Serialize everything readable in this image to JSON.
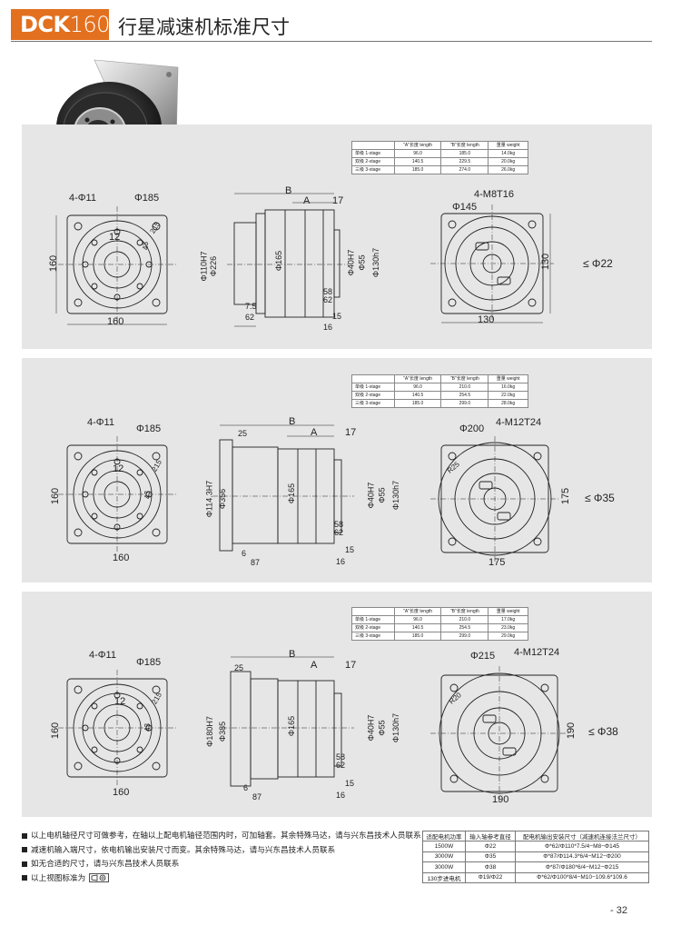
{
  "header": {
    "badge_prefix": "DCK",
    "badge_number": "160",
    "title": "行星减速机标准尺寸"
  },
  "panels": [
    {
      "spec_table": {
        "headers": [
          "",
          "\"A\"长度 length",
          "\"B\"长度 length",
          "重量 weight"
        ],
        "rows": [
          [
            "单级 1-stage",
            "96.0",
            "185.0",
            "14.0kg"
          ],
          [
            "双级 2-stage",
            "140.5",
            "229.5",
            "20.0kg"
          ],
          [
            "三级 3-stage",
            "185.0",
            "274.0",
            "26.0kg"
          ]
        ]
      },
      "left": {
        "holes": "4-Φ11",
        "pcd": "Φ185",
        "side": "160",
        "bottom": "160",
        "slot": "12",
        "r1": "43",
        "r2": "215"
      },
      "side": {
        "b": "B",
        "a": "A",
        "d17": "17",
        "d1": "Φ110H7",
        "d2": "Φ226",
        "d3": "Φ165",
        "d4": "Φ40H7",
        "d5": "Φ55",
        "d6": "Φ130h7",
        "d7": "7.5",
        "d8": "62",
        "d9": "58",
        "d10": "62",
        "d11": "15",
        "d12": "16"
      },
      "right": {
        "thread": "4-M8T16",
        "pcd": "Φ145",
        "side": "130",
        "bottom": "130"
      },
      "shaft": "≤ Φ22"
    },
    {
      "spec_table": {
        "headers": [
          "",
          "\"A\"长度 length",
          "\"B\"长度 length",
          "重量 weight"
        ],
        "rows": [
          [
            "单级 1-stage",
            "96.0",
            "210.0",
            "16.0kg"
          ],
          [
            "双级 2-stage",
            "140.5",
            "254.5",
            "22.0kg"
          ],
          [
            "三级 3-stage",
            "185.0",
            "299.0",
            "28.0kg"
          ]
        ]
      },
      "left": {
        "holes": "4-Φ11",
        "pcd": "Φ185",
        "side": "160",
        "bottom": "160",
        "slot": "12",
        "r1": "43",
        "r2": "215"
      },
      "side": {
        "b": "B",
        "a": "A",
        "d17": "17",
        "top25": "25",
        "d1": "Φ114.3H7",
        "d2": "Φ356",
        "d3": "Φ165",
        "d4": "Φ40H7",
        "d5": "Φ55",
        "d6": "Φ130h7",
        "d7": "6",
        "d8": "87",
        "d9": "58",
        "d10": "62",
        "d11": "15",
        "d12": "16"
      },
      "right": {
        "thread": "4-M12T24",
        "pcd": "Φ200",
        "r": "R25",
        "side": "175",
        "bottom": "175"
      },
      "shaft": "≤ Φ35"
    },
    {
      "spec_table": {
        "headers": [
          "",
          "\"A\"长度 length",
          "\"B\"长度 length",
          "重量 weight"
        ],
        "rows": [
          [
            "单级 1-stage",
            "96.0",
            "210.0",
            "17.0kg"
          ],
          [
            "双级 2-stage",
            "140.5",
            "254.5",
            "23.0kg"
          ],
          [
            "三级 3-stage",
            "185.0",
            "299.0",
            "29.0kg"
          ]
        ]
      },
      "left": {
        "holes": "4-Φ11",
        "pcd": "Φ185",
        "side": "160",
        "bottom": "160",
        "slot": "12",
        "r1": "43",
        "r2": "215"
      },
      "side": {
        "b": "B",
        "a": "A",
        "d17": "17",
        "top25": "25",
        "d1": "Φ180H7",
        "d2": "Φ385",
        "d3": "Φ165",
        "d4": "Φ40H7",
        "d5": "Φ55",
        "d6": "Φ130h7",
        "d7": "6",
        "d8": "87",
        "d9": "58",
        "d10": "62",
        "d11": "15",
        "d12": "16"
      },
      "right": {
        "thread": "4-M12T24",
        "pcd": "Φ215",
        "r": "R20",
        "side": "190",
        "bottom": "190"
      },
      "shaft": "≤ Φ38"
    }
  ],
  "notes": [
    "以上电机轴径尺寸可做参考，在轴以上配电机轴径范围内时，可加轴套。其余特殊马达，请与兴东昌技术人员联系",
    "减速机输入端尺寸，依电机输出安装尺寸而变。其余特殊马达，请与兴东昌技术人员联系",
    "如无合适的尺寸，请与兴东昌技术人员联系",
    "以上视图标准为"
  ],
  "motor_table": {
    "headers": [
      "适配电机功率",
      "输入轴参考直径",
      "配电机输出安装尺寸（减速机连接法兰尺寸）"
    ],
    "rows": [
      [
        "1500W",
        "Φ22",
        "Φ*62/Φ110*7.5/4−M8−Φ145"
      ],
      [
        "3000W",
        "Φ35",
        "Φ*87/Φ114.3*6/4−M12−Φ200"
      ],
      [
        "3000W",
        "Φ38",
        "Φ*87/Φ180*6/4−M12−Φ215"
      ],
      [
        "130步进电机",
        "Φ19/Φ22",
        "Φ*62/Φ100*8/4−M10−109.6*109.6"
      ]
    ]
  },
  "page_number": "- 32"
}
